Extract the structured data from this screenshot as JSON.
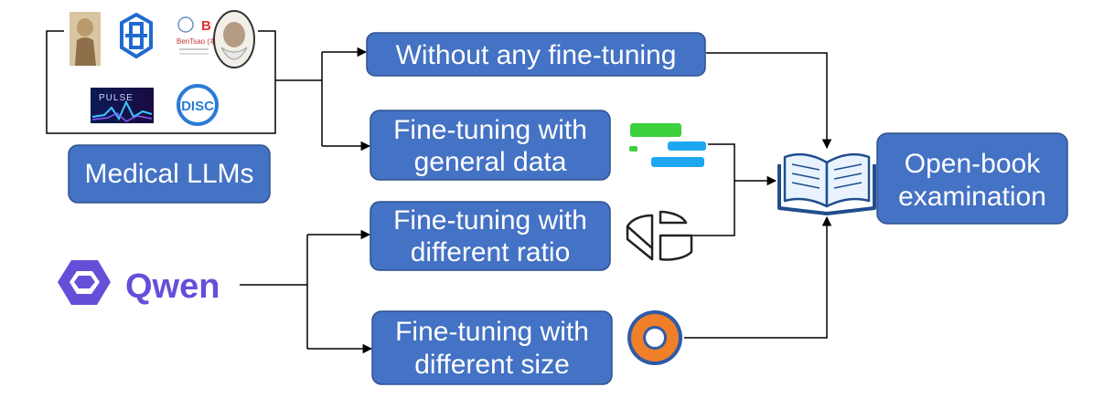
{
  "boxes": {
    "medical_llms": "Medical LLMs",
    "without_finetuning": "Without any fine-tuning",
    "general_data": [
      "Fine-tuning with",
      "general data"
    ],
    "different_ratio": [
      "Fine-tuning with",
      "different ratio"
    ],
    "different_size": [
      "Fine-tuning with",
      "different size"
    ],
    "open_book": [
      "Open-book",
      "examination"
    ]
  },
  "logos": {
    "qwen": "Qwen",
    "pulse": "PULSE",
    "disc": "DISC",
    "bentsao": "BenTsao (本草)"
  },
  "icons": [
    "chat-bubbles-icon",
    "pie-chart-icon",
    "ring-icon",
    "open-book-icon"
  ],
  "colors": {
    "box_fill": "#4472c4",
    "box_stroke": "#2f528f",
    "qwen_purple": "#6450d8",
    "chat_green": "#3dd13d",
    "chat_blue": "#1ea7f0",
    "ring_orange": "#f07f2a",
    "ring_blue": "#2f5aa8"
  }
}
